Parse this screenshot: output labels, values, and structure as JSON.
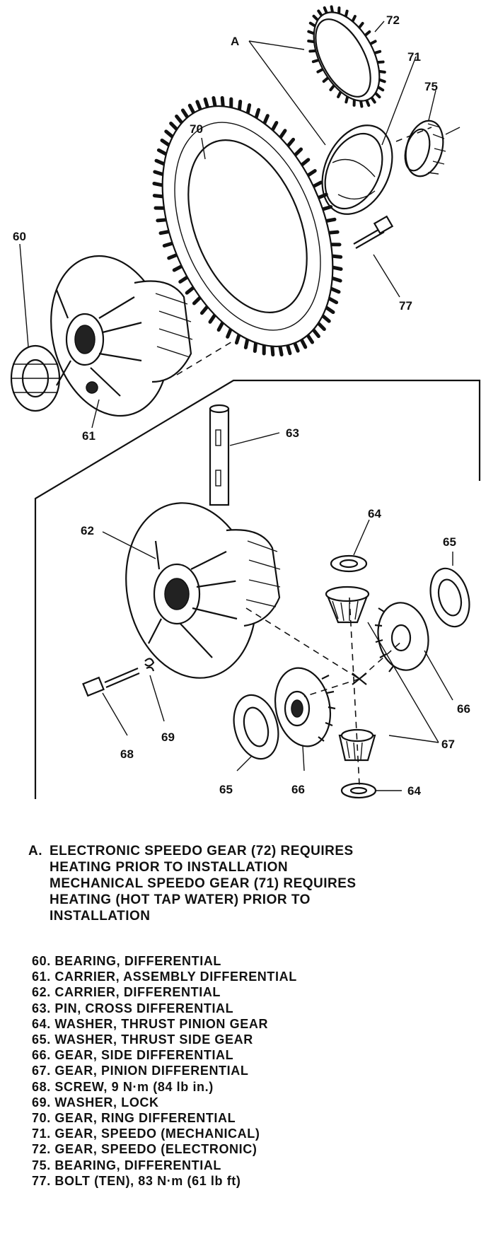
{
  "callouts": {
    "a": "A",
    "n72": "72",
    "n71": "71",
    "n75": "75",
    "n70": "70",
    "n60": "60",
    "n77": "77",
    "n61": "61",
    "n63": "63",
    "n62": "62",
    "n64_top": "64",
    "n65_right": "65",
    "n66_right": "66",
    "n67": "67",
    "n68": "68",
    "n69": "69",
    "n65_left": "65",
    "n66_bottom": "66",
    "n64_bottom": "64"
  },
  "note": {
    "key": "A.",
    "lines": [
      "ELECTRONIC SPEEDO GEAR (72) REQUIRES",
      "HEATING PRIOR TO INSTALLATION",
      "MECHANICAL SPEEDO GEAR (71) REQUIRES",
      "HEATING (HOT TAP WATER) PRIOR TO",
      "INSTALLATION"
    ]
  },
  "legend": [
    "60. BEARING, DIFFERENTIAL",
    "61. CARRIER, ASSEMBLY DIFFERENTIAL",
    "62. CARRIER, DIFFERENTIAL",
    "63. PIN, CROSS DIFFERENTIAL",
    "64. WASHER, THRUST PINION GEAR",
    "65. WASHER, THRUST SIDE GEAR",
    "66. GEAR, SIDE DIFFERENTIAL",
    "67. GEAR, PINION DIFFERENTIAL",
    "68. SCREW, 9 N·m (84 lb in.)",
    "69. WASHER, LOCK",
    "70. GEAR, RING DIFFERENTIAL",
    "71. GEAR, SPEEDO (MECHANICAL)",
    "72. GEAR, SPEEDO (ELECTRONIC)",
    "75. BEARING, DIFFERENTIAL",
    "77. BOLT (TEN), 83 N·m (61 lb ft)"
  ]
}
